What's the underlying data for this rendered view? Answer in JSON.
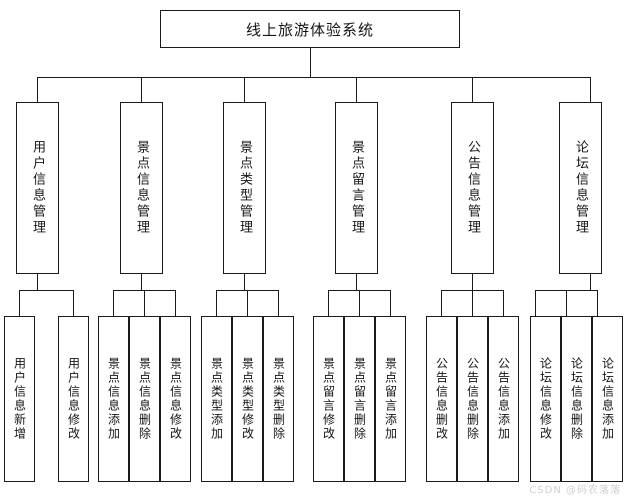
{
  "diagram": {
    "title": "线上旅游体验系统",
    "watermark": "CSDN @码农落落",
    "colors": {
      "line": "#1a1a1a",
      "box_fill": "#ffffff",
      "text": "#151515",
      "watermark": "#cfcfcf"
    },
    "root": {
      "label": "线上旅游体验系统"
    },
    "branches": [
      {
        "label": "用户信息管理",
        "children": [
          {
            "label": "用户信息新增"
          },
          {
            "label": "用户信息修改"
          }
        ]
      },
      {
        "label": "景点信息管理",
        "children": [
          {
            "label": "景点信息添加"
          },
          {
            "label": "景点信息删除"
          },
          {
            "label": "景点信息修改"
          }
        ]
      },
      {
        "label": "景点类型管理",
        "children": [
          {
            "label": "景点类型添加"
          },
          {
            "label": "景点类型修改"
          },
          {
            "label": "景点类型删除"
          }
        ]
      },
      {
        "label": "景点留言管理",
        "children": [
          {
            "label": "景点留言修改"
          },
          {
            "label": "景点留言删除"
          },
          {
            "label": "景点留言添加"
          }
        ]
      },
      {
        "label": "公告信息管理",
        "children": [
          {
            "label": "公告信息删改"
          },
          {
            "label": "公告信息删除"
          },
          {
            "label": "公告信息添加"
          }
        ]
      },
      {
        "label": "论坛信息管理",
        "children": [
          {
            "label": "论坛信息修改"
          },
          {
            "label": "论坛信息删除"
          },
          {
            "label": "论坛信息添加"
          }
        ]
      }
    ]
  }
}
